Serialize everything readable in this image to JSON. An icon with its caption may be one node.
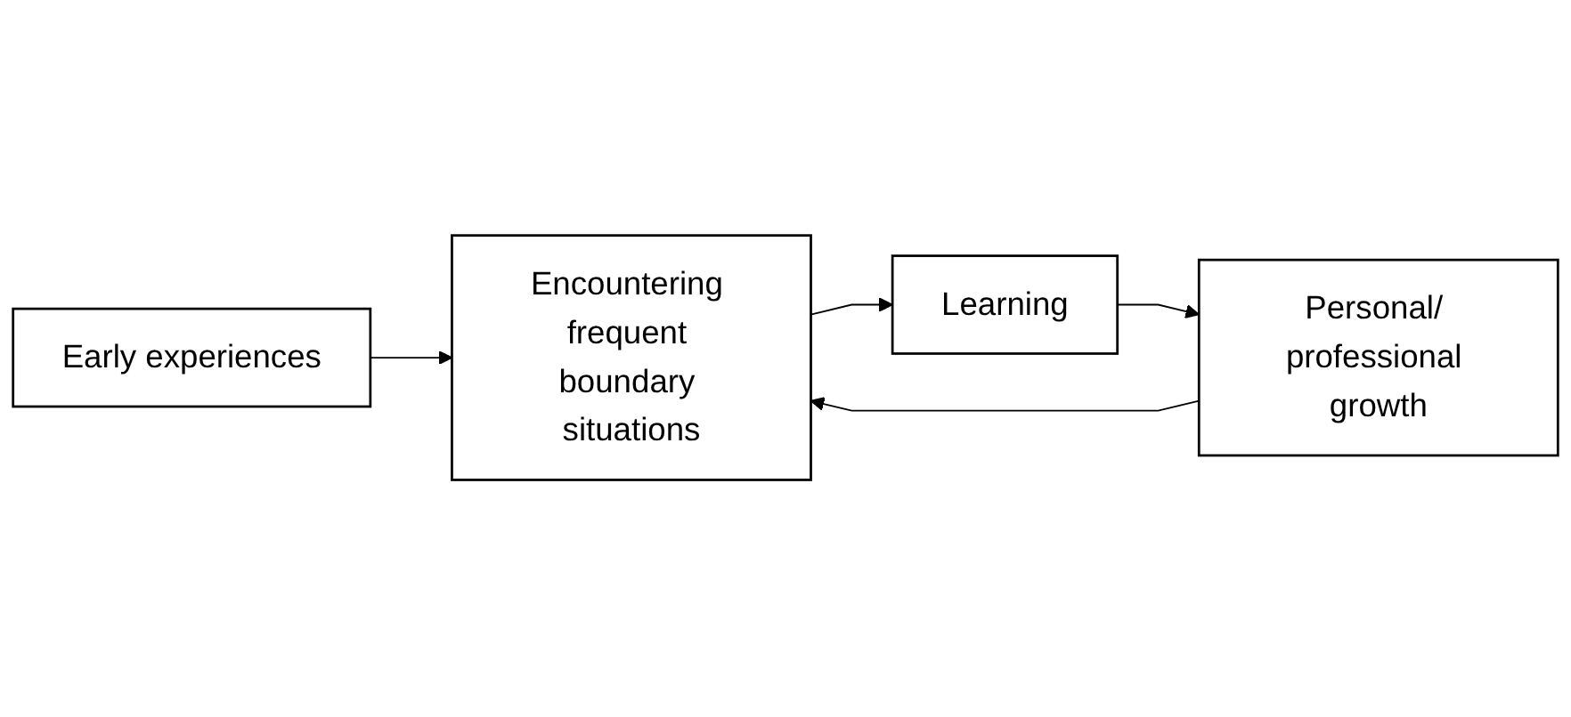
{
  "diagram": {
    "nodes": [
      {
        "text": [
          "Early experiences"
        ]
      },
      {
        "text": [
          "Encountering frequent boundary situations"
        ]
      },
      {
        "text": [
          "Learning"
        ]
      },
      {
        "text": [
          "Personal/ professional growth"
        ]
      }
    ],
    "edges": [
      {
        "from": 0,
        "to": 1,
        "arrow": "to"
      },
      {
        "from": 1,
        "to": 2,
        "arrow": "to"
      },
      {
        "from": 2,
        "to": 3,
        "arrow": "to"
      },
      {
        "from": 3,
        "to": 1,
        "arrow": "to"
      }
    ]
  }
}
